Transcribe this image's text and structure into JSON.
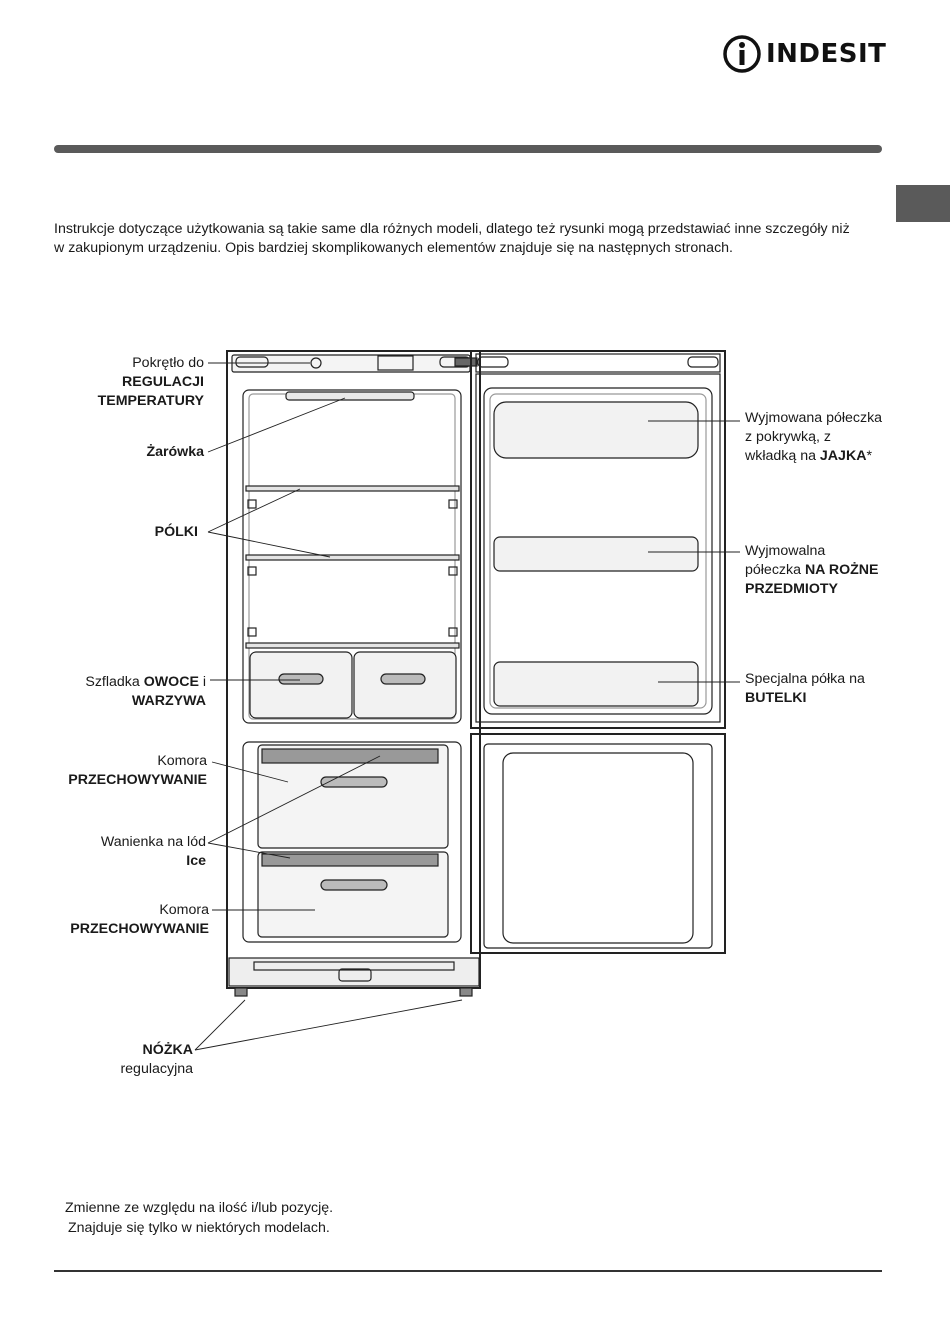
{
  "brand": {
    "name": "INDESIT"
  },
  "intro": "Instrukcje dotyczące użytkowania są takie same dla różnych modeli, dlatego też rysunki mogą przedstawiać inne szczegóły niż w zakupionym urządzeniu. Opis bardziej skomplikowanych elementów znajduje się na następnych stronach.",
  "labels": {
    "thermostat": {
      "line1": "Pokrętło do",
      "line2": "REGULACJI",
      "line3": "TEMPERATURY"
    },
    "bulb": "Żarówka",
    "shelves": "PÓLKI",
    "fruit_drawer": {
      "pre": "Szfladka ",
      "bold1": "OWOCE",
      "post": " i",
      "bold2": "WARZYWA"
    },
    "storage1": {
      "line1": "Komora",
      "line2": "PRZECHOWYWANIE"
    },
    "ice_tray": {
      "line1": "Wanienka na lód",
      "line2": "Ice"
    },
    "storage2": {
      "line1": "Komora",
      "line2": "PRZECHOWYWANIE"
    },
    "foot": {
      "bold": "NÓŻKA",
      "line2": "regulacyjna"
    },
    "egg_shelf": {
      "line1": "Wyjmowana półeczka",
      "line2": "z pokrywką, z",
      "line3_pre": "wkładką na ",
      "line3_bold": "JAJKA",
      "line3_post": "*"
    },
    "misc_shelf": {
      "line1": "Wyjmowalna",
      "line2_pre": "półeczka ",
      "line2_bold": "NA ROŻNE",
      "line3": "PRZEDMIOTY"
    },
    "bottle_shelf": {
      "line1": "Specjalna półka na",
      "line2": "BUTELKI"
    }
  },
  "notes": {
    "n1": "Zmienne ze względu na ilość i/lub pozycję.",
    "n2": "Znajduje się tylko w niektórych modelach."
  }
}
